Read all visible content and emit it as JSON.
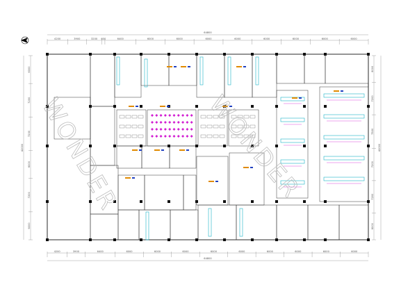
{
  "plan": {
    "watermark": "WONDER",
    "dimensions": {
      "top_total": "64800",
      "top_row": [
        "4200",
        "3900",
        "3200",
        "600",
        "6400",
        "6000",
        "6000",
        "6000",
        "6000",
        "6000",
        "6000",
        "6000",
        "6000"
      ],
      "bottom_total": "64800",
      "bottom_row": [
        "4200",
        "3900",
        "6400",
        "6000",
        "6000",
        "6000",
        "6000",
        "6000",
        "6000",
        "6000",
        "6000",
        "6000"
      ],
      "right_total": "42000",
      "right_row": [
        "6000",
        "7200",
        "7500",
        "7200",
        "7200",
        "6000"
      ],
      "left_total": "42000",
      "left_row": [
        "6000",
        "7200",
        "7200",
        "6000",
        "7200",
        "6000"
      ]
    },
    "colors": {
      "wall": "#111111",
      "furniture_cyan": "#19b3c9",
      "chair_magenta": "#d21fd2",
      "label_orange": "#e08a00",
      "label_blue": "#2040c0"
    }
  }
}
